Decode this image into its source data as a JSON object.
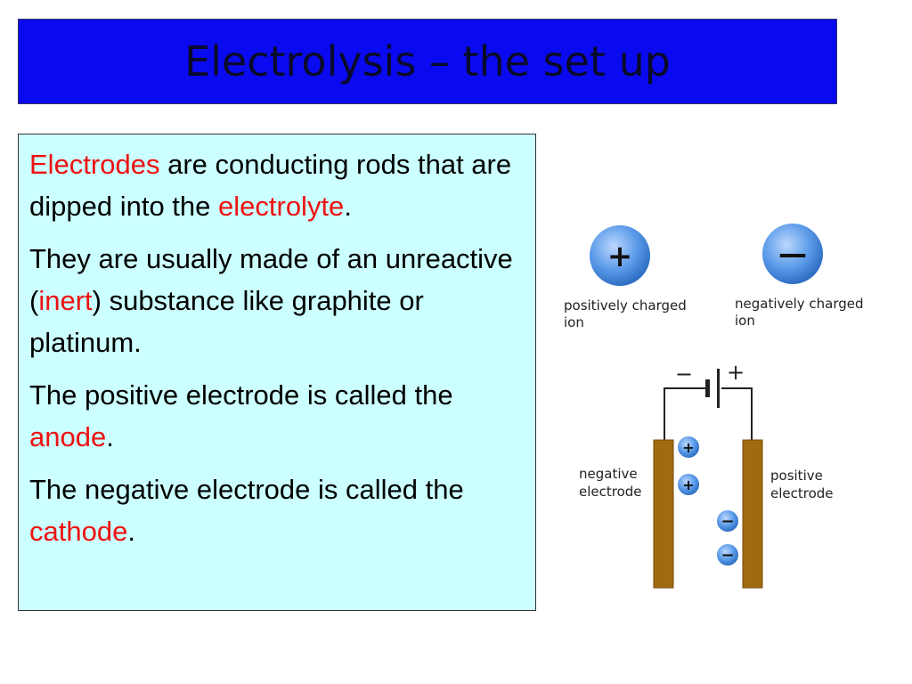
{
  "title": "Electrolysis – the set up",
  "paragraphs": {
    "p1": {
      "t1": "Electrodes",
      "t2": " are conducting rods that are dipped into the ",
      "t3": "electrolyte",
      "t4": "."
    },
    "p2": {
      "t1": "They are usually made of an unreactive (",
      "t2": "inert",
      "t3": ") substance like graphite or platinum."
    },
    "p3": {
      "t1": "The positive electrode is called the ",
      "t2": "anode",
      "t3": "."
    },
    "p4": {
      "t1": "The negative electrode is called the ",
      "t2": "cathode",
      "t3": "."
    }
  },
  "diagram": {
    "pos_ion_symbol": "+",
    "neg_ion_symbol": "—",
    "pos_ion_label_1": "positively charged",
    "pos_ion_label_2": "ion",
    "neg_ion_label_1": "negatively charged",
    "neg_ion_label_2": "ion",
    "battery_minus": "−",
    "battery_plus": "+",
    "neg_electrode_label_1": "negative",
    "neg_electrode_label_2": "electrode",
    "pos_electrode_label_1": "positive",
    "pos_electrode_label_2": "electrode",
    "small_plus": "+",
    "small_minus": "−"
  },
  "colors": {
    "title_background": "#0a0af0",
    "textbox_background": "#ccffff",
    "highlight_red": "#ee1111",
    "ion_blue": "#4a8fe0",
    "electrode_brown": "#a06a10"
  }
}
